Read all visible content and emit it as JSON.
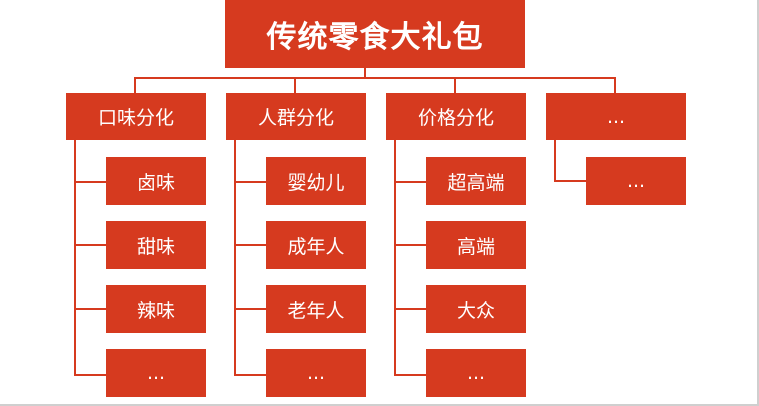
{
  "root": {
    "label": "传统零食大礼包"
  },
  "categories": [
    {
      "label": "口味分化",
      "items": [
        "卤味",
        "甜味",
        "辣味",
        "..."
      ]
    },
    {
      "label": "人群分化",
      "items": [
        "婴幼儿",
        "成年人",
        "老年人",
        "..."
      ]
    },
    {
      "label": "价格分化",
      "items": [
        "超高端",
        "高端",
        "大众",
        "..."
      ]
    },
    {
      "label": "...",
      "items": [
        "..."
      ]
    }
  ],
  "colors": {
    "box": "#d63a1f",
    "text": "#ffffff",
    "connector": "#d63a1f"
  }
}
